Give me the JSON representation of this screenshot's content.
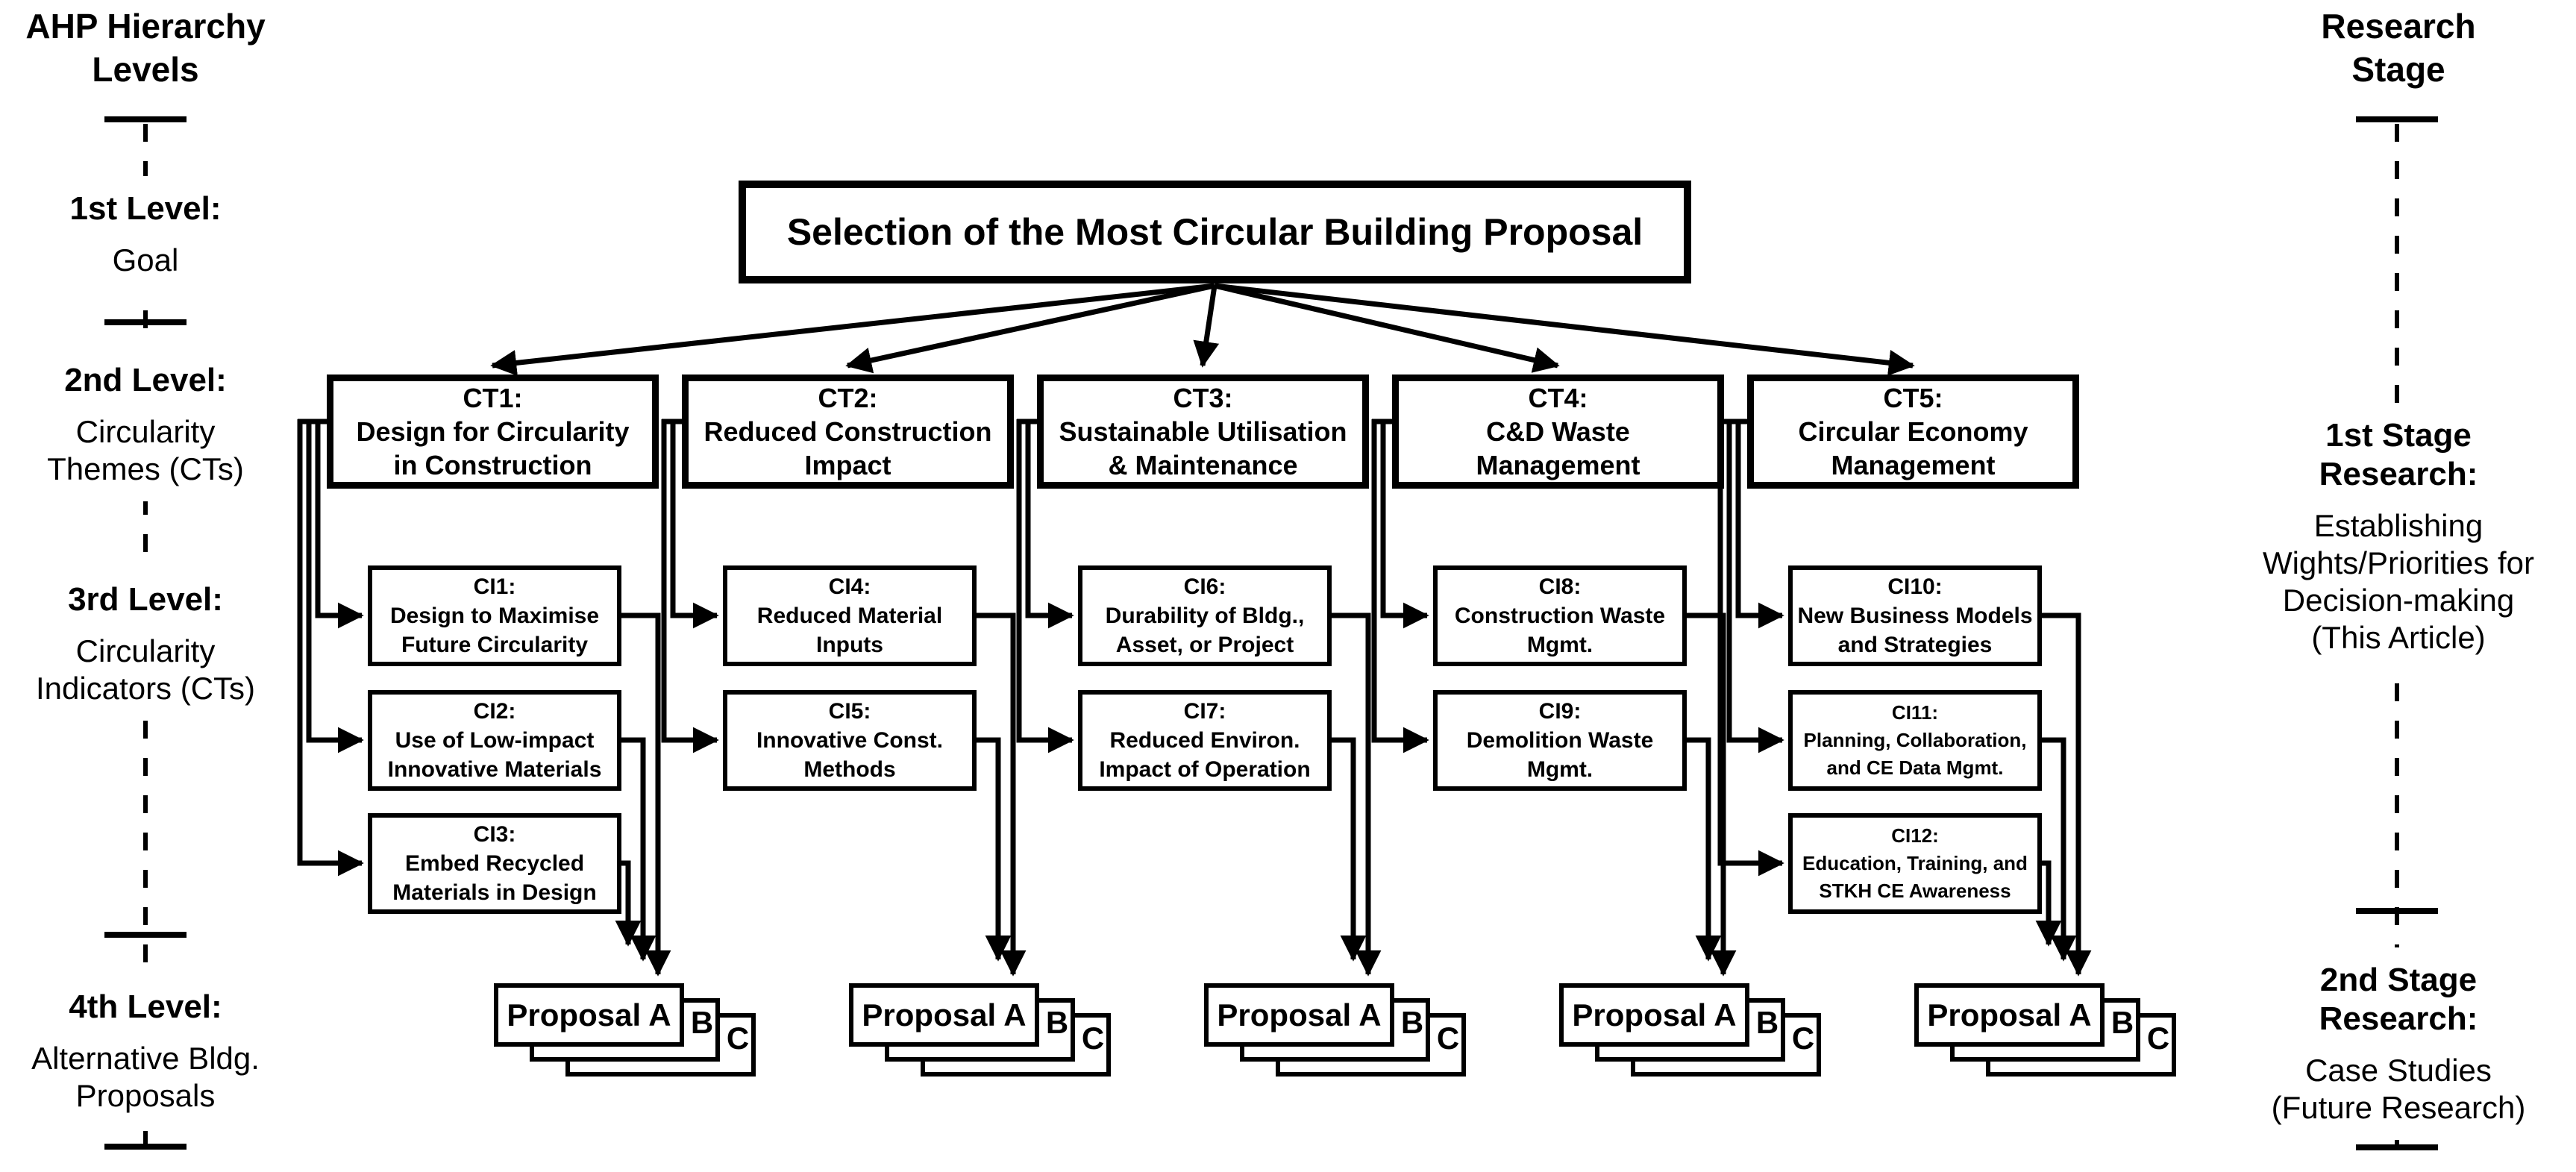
{
  "left_axis": {
    "title": "AHP Hierarchy\nLevels",
    "levels": [
      {
        "label": "1st Level:",
        "desc": "Goal"
      },
      {
        "label": "2nd Level:",
        "desc": "Circularity\nThemes (CTs)"
      },
      {
        "label": "3rd Level:",
        "desc": "Circularity\nIndicators (CTs)"
      },
      {
        "label": "4th Level:",
        "desc": "Alternative Bldg.\nProposals"
      }
    ]
  },
  "right_axis": {
    "title": "Research\nStage",
    "stages": [
      {
        "label": "1st Stage\nResearch:",
        "desc": "Establishing\nWights/Priorities for\nDecision-making\n(This Article)"
      },
      {
        "label": "2nd Stage\nResearch:",
        "desc": "Case Studies\n(Future Research)"
      }
    ]
  },
  "goal": "Selection of the Most Circular Building Proposal",
  "columns": [
    {
      "ct_id": "CT1:",
      "ct_name": "Design for Circularity\nin Construction",
      "cis": [
        {
          "id": "CI1:",
          "name": "Design to Maximise\nFuture Circularity"
        },
        {
          "id": "CI2:",
          "name": "Use of Low-impact\nInnovative Materials"
        },
        {
          "id": "CI3:",
          "name": "Embed Recycled\nMaterials in Design"
        }
      ]
    },
    {
      "ct_id": "CT2:",
      "ct_name": "Reduced Construction\nImpact",
      "cis": [
        {
          "id": "CI4:",
          "name": "Reduced Material\nInputs"
        },
        {
          "id": "CI5:",
          "name": "Innovative Const.\nMethods"
        }
      ]
    },
    {
      "ct_id": "CT3:",
      "ct_name": "Sustainable Utilisation\n& Maintenance",
      "cis": [
        {
          "id": "CI6:",
          "name": "Durability of Bldg.,\nAsset, or Project"
        },
        {
          "id": "CI7:",
          "name": "Reduced Environ.\nImpact of Operation"
        }
      ]
    },
    {
      "ct_id": "CT4:",
      "ct_name": "C&D Waste\nManagement",
      "cis": [
        {
          "id": "CI8:",
          "name": "Construction Waste\nMgmt."
        },
        {
          "id": "CI9:",
          "name": "Demolition Waste\nMgmt."
        }
      ]
    },
    {
      "ct_id": "CT5:",
      "ct_name": "Circular Economy\nManagement",
      "cis": [
        {
          "id": "CI10:",
          "name": "New Business Models\nand Strategies"
        },
        {
          "id": "CI11:",
          "name": "Planning, Collaboration,\nand CE Data Mgmt."
        },
        {
          "id": "CI12:",
          "name": "Education, Training, and\nSTKH CE Awareness"
        }
      ]
    }
  ],
  "proposals": {
    "front": "Proposal A",
    "behind": [
      "B",
      "C"
    ]
  },
  "colors": {
    "ink": "#000000",
    "background": "#ffffff"
  }
}
